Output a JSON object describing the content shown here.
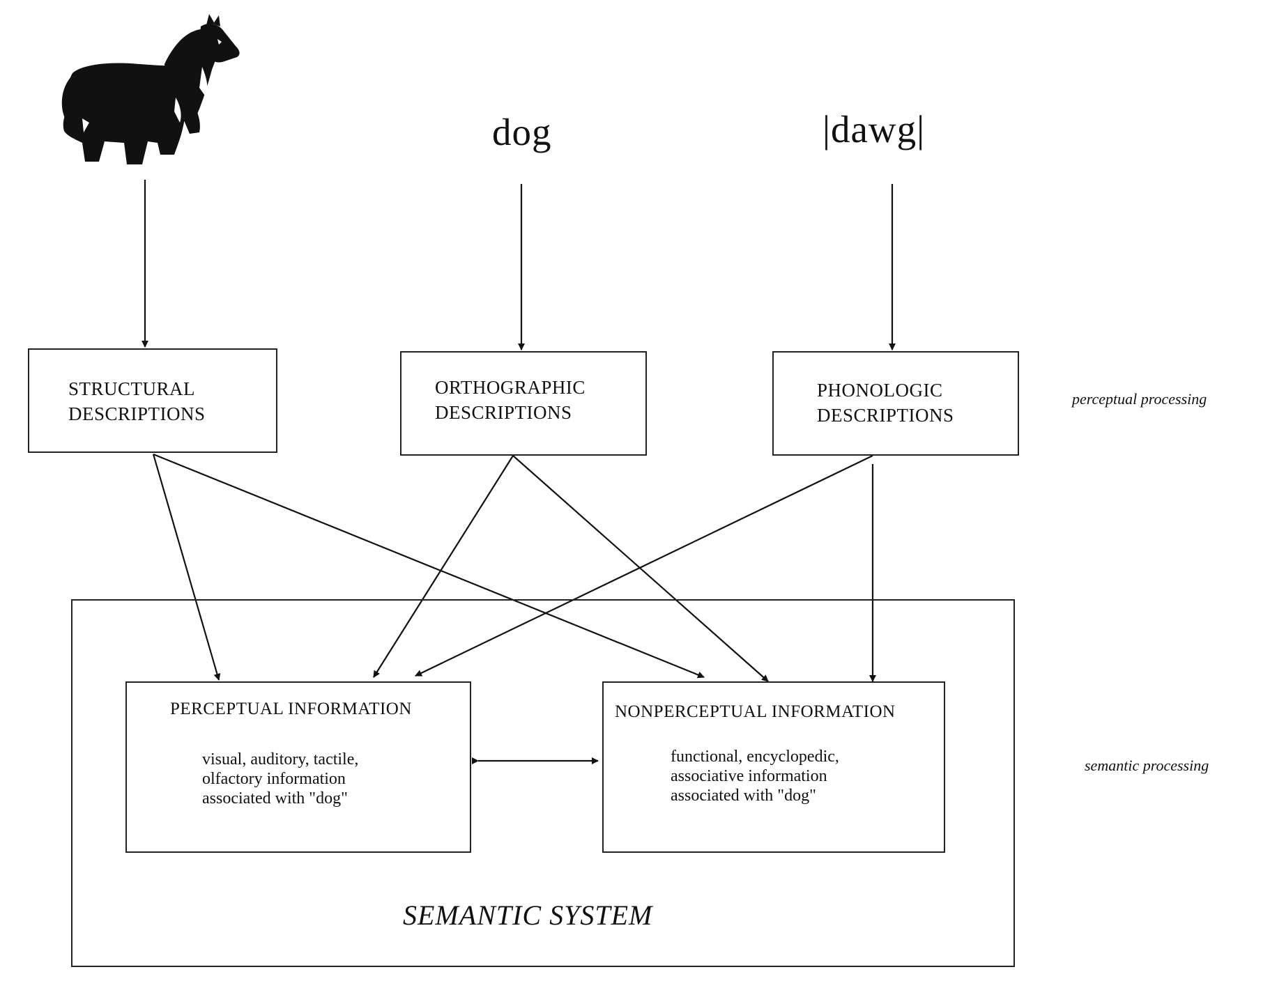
{
  "stimuli": {
    "written_word": "dog",
    "spoken_word": "|dawg|",
    "picture_icon": "dog-silhouette-icon"
  },
  "perceptual_boxes": {
    "structural": "STRUCTURAL\nDESCRIPTIONS",
    "orthographic": "ORTHOGRAPHIC\nDESCRIPTIONS",
    "phonologic": "PHONOLOGIC\nDESCRIPTIONS"
  },
  "semantic_boxes": {
    "perceptual_title": "PERCEPTUAL INFORMATION",
    "perceptual_detail": "visual, auditory, tactile,\nolfactory information\nassociated with \"dog\"",
    "nonperceptual_title": "NONPERCEPTUAL INFORMATION",
    "nonperceptual_detail": "functional, encyclopedic,\nassociative information\nassociated with \"dog\""
  },
  "system_title": "SEMANTIC SYSTEM",
  "side_labels": {
    "perceptual": "perceptual processing",
    "semantic": "semantic processing"
  },
  "colors": {
    "ink": "#111111",
    "paper": "#ffffff"
  }
}
